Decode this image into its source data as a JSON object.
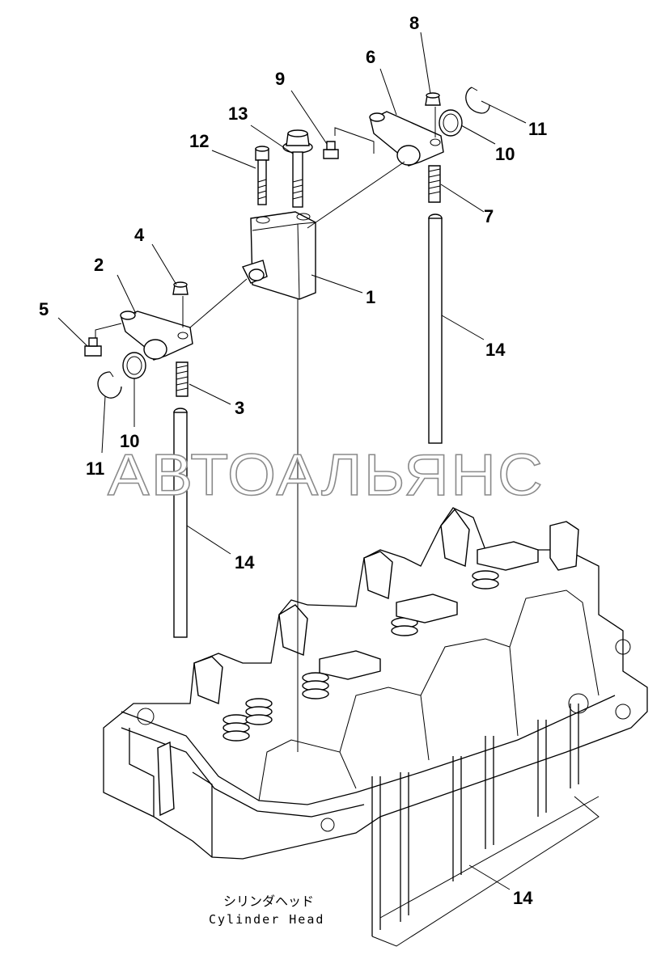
{
  "diagram": {
    "callouts": [
      "1",
      "2",
      "3",
      "4",
      "5",
      "6",
      "7",
      "8",
      "9",
      "10",
      "10",
      "11",
      "11",
      "12",
      "13",
      "14",
      "14",
      "14"
    ],
    "caption_jp": "シリンダヘッド",
    "caption_en": "Cylinder Head",
    "watermark": "АВТОАЛЬЯНС"
  }
}
